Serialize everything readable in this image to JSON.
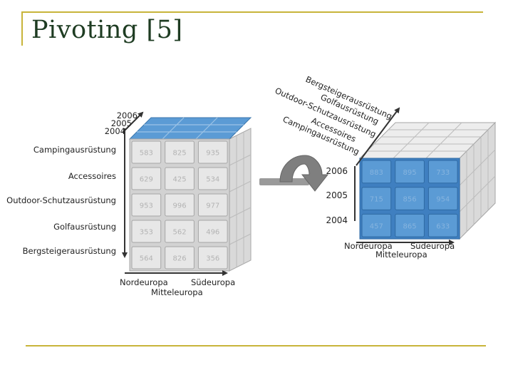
{
  "slide": {
    "title": "Pivoting [5]",
    "accent_color": "#c8b43a"
  },
  "left_cube": {
    "years": [
      "2006",
      "2005",
      "2004"
    ],
    "rows": [
      "Campingausrüstung",
      "Accessoires",
      "Outdoor-Schutzausrüstung",
      "Golfausrüstung",
      "Bergsteigerausrüstung"
    ],
    "columns_front": [
      "Nordeuropa",
      "Südeuropa"
    ],
    "column_middle": "Mitteleuropa",
    "cells": [
      [
        "583",
        "825",
        "935"
      ],
      [
        "629",
        "425",
        "534"
      ],
      [
        "953",
        "996",
        "977"
      ],
      [
        "353",
        "562",
        "496"
      ],
      [
        "564",
        "826",
        "356"
      ]
    ],
    "top_color": "#5b9bd5"
  },
  "right_cube": {
    "products": [
      "Bergsteigerausrüstung",
      "Golfausrüstung",
      "Outdoor-Schutzausrüstung",
      "Accessoires",
      "Campingausrüstung"
    ],
    "years": [
      "2006",
      "2005",
      "2004"
    ],
    "columns_front": [
      "Nordeuropa",
      "Südeuropa"
    ],
    "column_middle": "Mitteleuropa",
    "cells": [
      [
        "883",
        "895",
        "733"
      ],
      [
        "715",
        "856",
        "954"
      ],
      [
        "457",
        "865",
        "633"
      ]
    ],
    "front_color": "#5b9bd5"
  },
  "rotate_icon": "pivot-rotate-arrow-icon"
}
